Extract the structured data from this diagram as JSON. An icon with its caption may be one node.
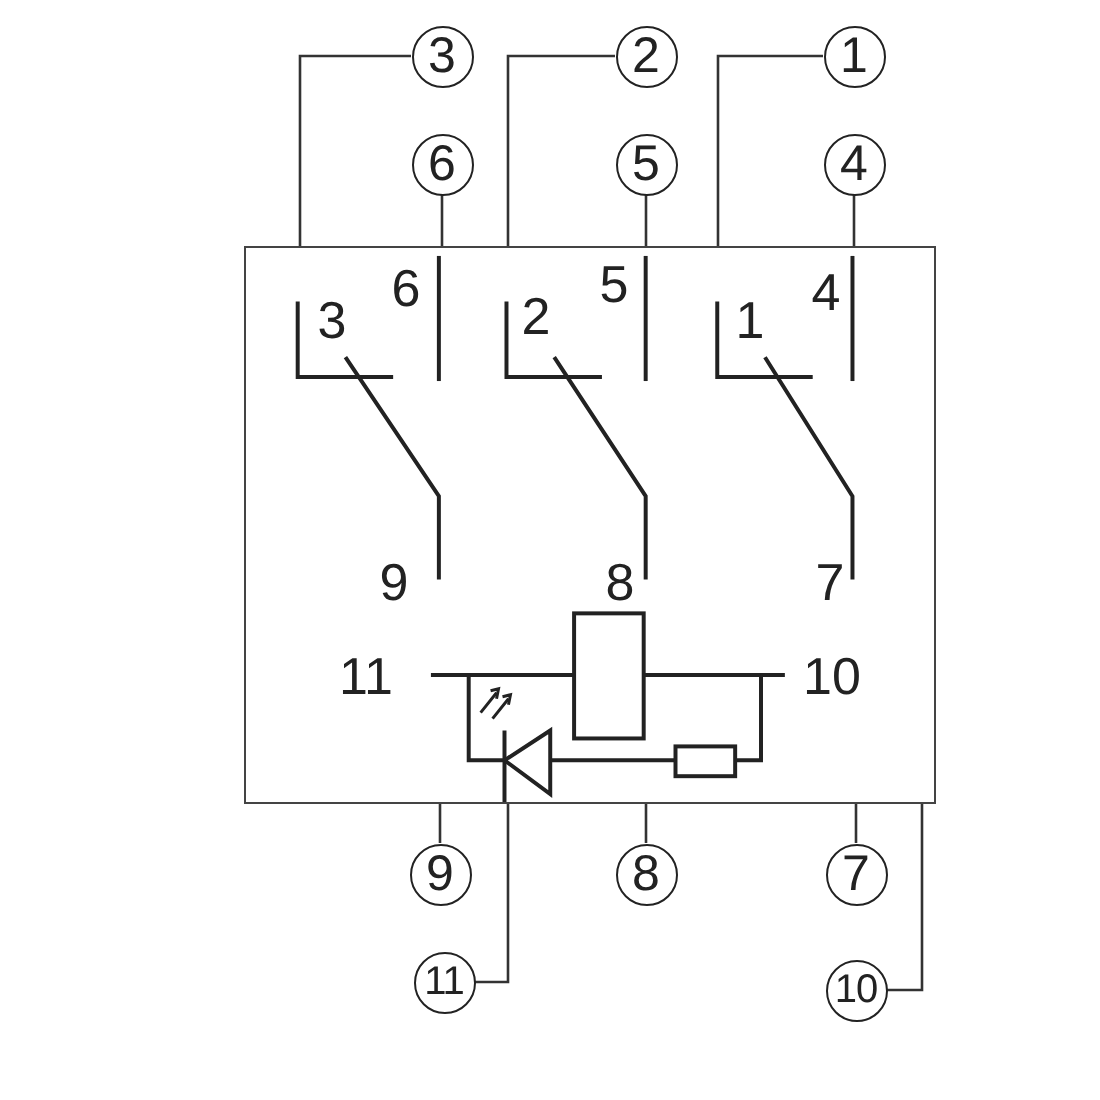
{
  "diagram": {
    "nodes": [
      {
        "text": [
          "3"
        ]
      },
      {
        "text": [
          "2"
        ]
      },
      {
        "text": [
          "1"
        ]
      },
      {
        "text": [
          "6"
        ]
      },
      {
        "text": [
          "5"
        ]
      },
      {
        "text": [
          "4"
        ]
      },
      {
        "text": [],
        "shape": "box"
      },
      {
        "text": [
          "9"
        ]
      },
      {
        "text": [
          "8"
        ]
      },
      {
        "text": [
          "7"
        ]
      },
      {
        "text": [
          "11"
        ]
      },
      {
        "text": [
          "10"
        ]
      }
    ],
    "edges": [
      {
        "from": 0,
        "to": 6,
        "arrow": "none"
      },
      {
        "from": 1,
        "to": 6,
        "arrow": "none"
      },
      {
        "from": 2,
        "to": 6,
        "arrow": "none"
      },
      {
        "from": 3,
        "to": 6,
        "arrow": "none"
      },
      {
        "from": 4,
        "to": 6,
        "arrow": "none"
      },
      {
        "from": 5,
        "to": 6,
        "arrow": "none"
      },
      {
        "from": 7,
        "to": 6,
        "arrow": "none"
      },
      {
        "from": 8,
        "to": 6,
        "arrow": "none"
      },
      {
        "from": 9,
        "to": 6,
        "arrow": "none"
      },
      {
        "from": 10,
        "to": 6,
        "arrow": "none"
      },
      {
        "from": 11,
        "to": 6,
        "arrow": "none"
      }
    ],
    "labels": [
      "6",
      "5",
      "4",
      "3",
      "2",
      "1",
      "9",
      "8",
      "7",
      "11",
      "10"
    ]
  }
}
